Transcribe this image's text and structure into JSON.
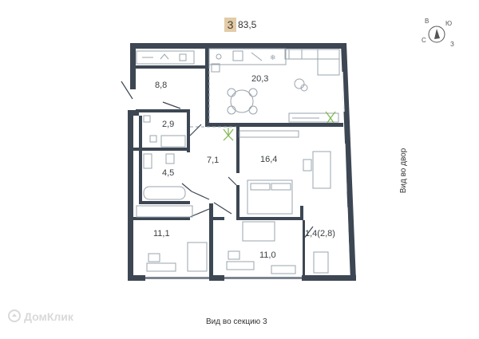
{
  "header": {
    "rooms": "3",
    "total_area": "83,5"
  },
  "rooms": [
    {
      "id": "hall-nw",
      "label": "8,8"
    },
    {
      "id": "living-kitchen",
      "label": "20,3"
    },
    {
      "id": "wc",
      "label": "2,9"
    },
    {
      "id": "corridor",
      "label": "7,1"
    },
    {
      "id": "bathroom",
      "label": "4,5"
    },
    {
      "id": "bedroom-master",
      "label": "16,4"
    },
    {
      "id": "bedroom-sw",
      "label": "11,1"
    },
    {
      "id": "bedroom-s",
      "label": "11,0"
    },
    {
      "id": "loggia",
      "label": "1,4(2,8)"
    }
  ],
  "compass": {
    "north": "С",
    "east": "В",
    "south": "Ю",
    "west": "З"
  },
  "views": {
    "right": "Вид во двор",
    "bottom": "Вид во секцию 3"
  },
  "watermark": "ДомКлик",
  "colors": {
    "wall": "#3d4753",
    "furniture": "#9aa4ae",
    "badge": "#e2cba8",
    "plant": "#7db84a"
  }
}
